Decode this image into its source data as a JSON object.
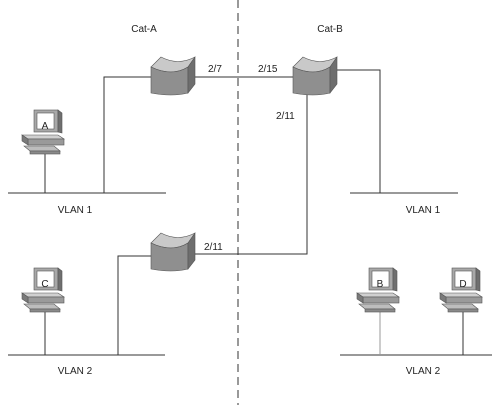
{
  "switches": {
    "cat_a": {
      "name": "Cat-A"
    },
    "cat_b": {
      "name": "Cat-B"
    }
  },
  "ports": {
    "cat_a_trunk": "2/7",
    "cat_b_trunk": "2/15",
    "cat_b_vlan2": "2/11",
    "cat_a_vlan2": "2/11"
  },
  "vlans": {
    "left_vlan1": "VLAN 1",
    "right_vlan1": "VLAN 1",
    "left_vlan2": "VLAN 2",
    "right_vlan2": "VLAN 2"
  },
  "hosts": {
    "a": "A",
    "b": "B",
    "c": "C",
    "d": "D"
  },
  "colors": {
    "line": "#333333",
    "switch_light": "#c8c8c8",
    "switch_mid": "#a9a9a9",
    "switch_dark": "#6e6e6e",
    "pc_body": "#9a9a9a",
    "pc_light": "#d4d4d4",
    "screen": "#ffffff"
  }
}
